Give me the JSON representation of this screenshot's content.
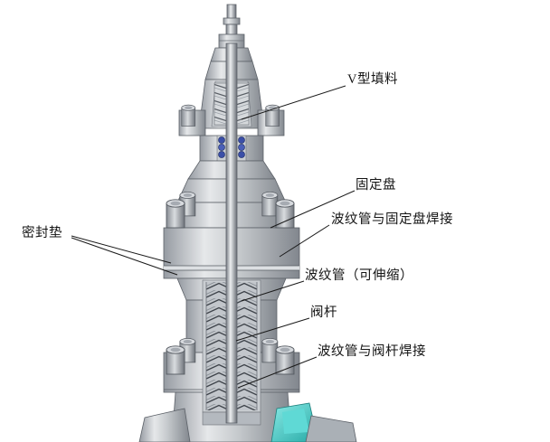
{
  "labels": {
    "v_packing": "V型填料",
    "fixed_plate": "固定盘",
    "bellows_fixed_plate_weld": "波纹管与固定盘焊接",
    "bellows": "波纹管（可伸缩）",
    "valve_stem": "阀杆",
    "bellows_valve_stem_weld": "波纹管与阀杆焊接",
    "seal_gasket": "密封垫"
  },
  "colors": {
    "background": "#ffffff",
    "metal_light": "#e6e8ea",
    "metal_mid": "#b6bbc1",
    "metal_dark": "#82878e",
    "edge": "#5c6168",
    "packing_blue": "#3b4fa8",
    "seat_teal": "#35c4c0",
    "leader_line": "#1a1a1a"
  }
}
